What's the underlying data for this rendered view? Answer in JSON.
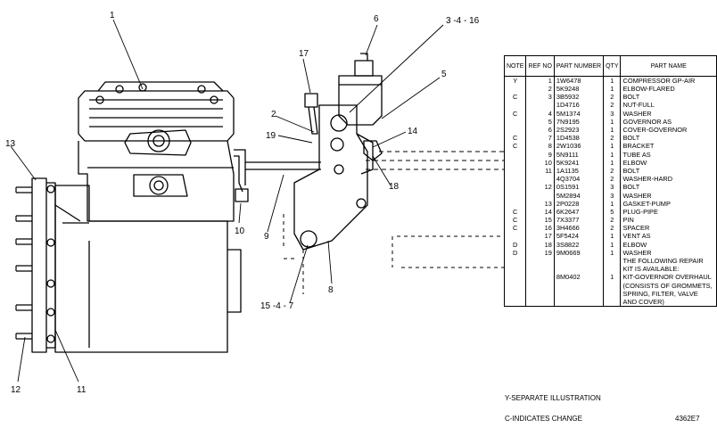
{
  "callouts": {
    "c1": "1",
    "c6": "6",
    "c3416": "3 -4 - 16",
    "c17": "17",
    "c5": "5",
    "c2": "2",
    "c19": "19",
    "c14": "14",
    "c18": "18",
    "c13": "13",
    "c10": "10",
    "c9": "9",
    "c8": "8",
    "c1547": "15 -4 - 7",
    "c12": "12",
    "c11": "11"
  },
  "table": {
    "headers": {
      "note": "NOTE",
      "ref": "REF NO",
      "part": "PART NUMBER",
      "qty": "QTY",
      "name": "PART NAME"
    },
    "rows": [
      {
        "note": "Y",
        "ref": "1",
        "part": "1W6478",
        "qty": "1",
        "name": "COMPRESSOR GP-AIR"
      },
      {
        "note": "",
        "ref": "2",
        "part": "5K9248",
        "qty": "1",
        "name": "ELBOW-FLARED"
      },
      {
        "note": "C",
        "ref": "3",
        "part": "3B5932",
        "qty": "2",
        "name": "BOLT"
      },
      {
        "note": "",
        "ref": "",
        "part": "1D4716",
        "qty": "2",
        "name": "NUT-FULL"
      },
      {
        "note": "C",
        "ref": "4",
        "part": "5M1374",
        "qty": "3",
        "name": "WASHER"
      },
      {
        "note": "",
        "ref": "5",
        "part": "7N9195",
        "qty": "1",
        "name": "GOVERNOR AS"
      },
      {
        "note": "",
        "ref": "6",
        "part": "2S2923",
        "qty": "1",
        "name": "   COVER-GOVERNOR"
      },
      {
        "note": "C",
        "ref": "7",
        "part": "1D4538",
        "qty": "2",
        "name": "BOLT"
      },
      {
        "note": "C",
        "ref": "8",
        "part": "2W1036",
        "qty": "1",
        "name": "BRACKET"
      },
      {
        "note": "",
        "ref": "9",
        "part": "5N9111",
        "qty": "1",
        "name": "TUBE AS"
      },
      {
        "note": "",
        "ref": "10",
        "part": "5K9241",
        "qty": "1",
        "name": "ELBOW"
      },
      {
        "note": "",
        "ref": "11",
        "part": "1A1135",
        "qty": "2",
        "name": "BOLT"
      },
      {
        "note": "",
        "ref": "",
        "part": "4Q3704",
        "qty": "2",
        "name": "WASHER-HARD"
      },
      {
        "note": "",
        "ref": "12",
        "part": "0S1591",
        "qty": "3",
        "name": "BOLT"
      },
      {
        "note": "",
        "ref": "",
        "part": "5M2894",
        "qty": "3",
        "name": "WASHER"
      },
      {
        "note": "",
        "ref": "13",
        "part": "2P0228",
        "qty": "1",
        "name": "GASKET-PUMP"
      },
      {
        "note": "C",
        "ref": "14",
        "part": "6K2647",
        "qty": "5",
        "name": "PLUG-PIPE"
      },
      {
        "note": "C",
        "ref": "15",
        "part": "7X3377",
        "qty": "2",
        "name": "PIN"
      },
      {
        "note": "C",
        "ref": "16",
        "part": "3H4666",
        "qty": "2",
        "name": "SPACER"
      },
      {
        "note": "",
        "ref": "17",
        "part": "5F5424",
        "qty": "1",
        "name": "VENT AS"
      },
      {
        "note": "D",
        "ref": "18",
        "part": "3S8822",
        "qty": "1",
        "name": "ELBOW"
      },
      {
        "note": "D",
        "ref": "19",
        "part": "9M0669",
        "qty": "1",
        "name": "WASHER"
      },
      {
        "note": "",
        "ref": "",
        "part": "",
        "qty": "",
        "name": "THE FOLLOWING REPAIR"
      },
      {
        "note": "",
        "ref": "",
        "part": "",
        "qty": "",
        "name": "KIT IS AVAILABLE:"
      },
      {
        "note": "",
        "ref": "",
        "part": "8M0402",
        "qty": "1",
        "name": "KIT-GOVERNOR OVERHAUL"
      },
      {
        "note": "",
        "ref": "",
        "part": "",
        "qty": "",
        "name": "(CONSISTS OF GROMMETS,"
      },
      {
        "note": "",
        "ref": "",
        "part": "",
        "qty": "",
        "name": "SPRING, FILTER, VALVE"
      },
      {
        "note": "",
        "ref": "",
        "part": "",
        "qty": "",
        "name": "AND COVER)"
      }
    ]
  },
  "legend": {
    "y": "Y-SEPARATE ILLUSTRATION",
    "c": "C-INDICATES CHANGE"
  },
  "figure_number": "4362E7"
}
